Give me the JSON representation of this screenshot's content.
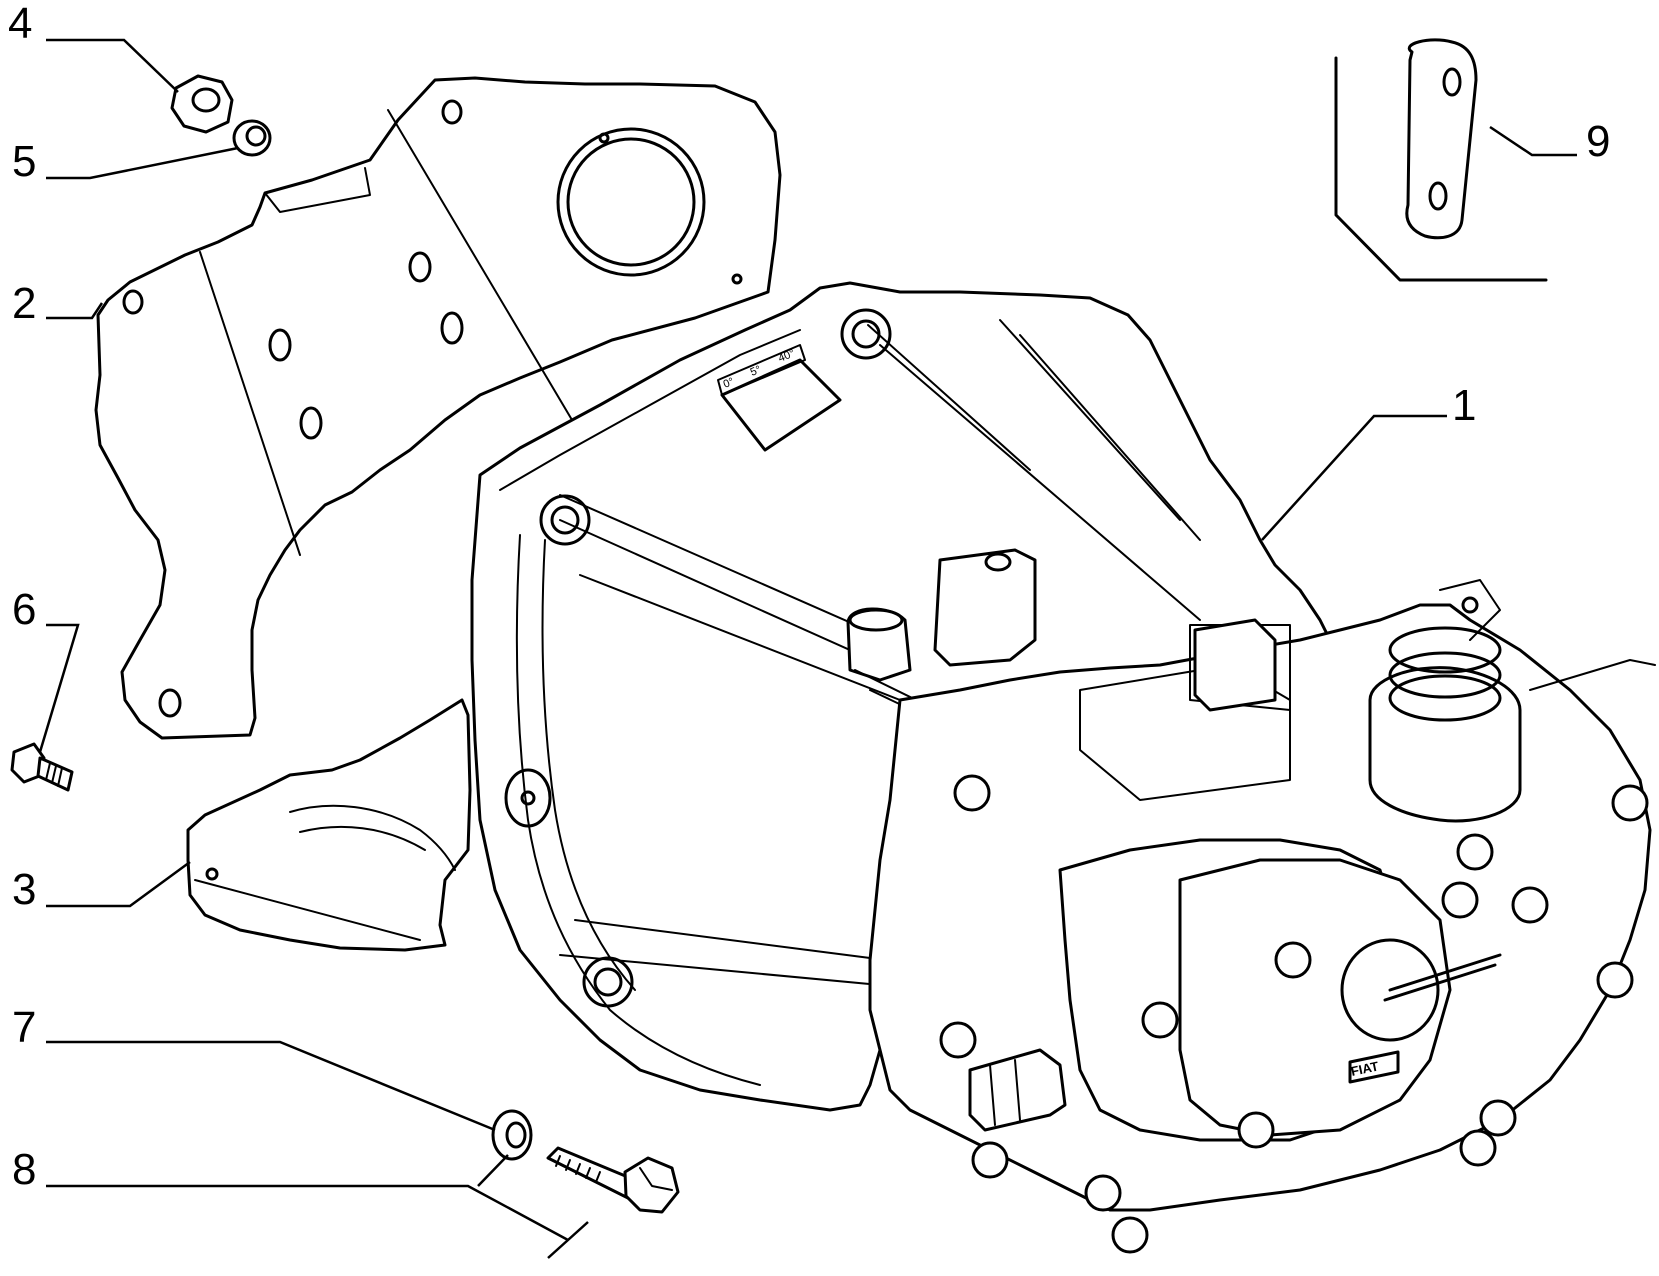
{
  "callouts": [
    {
      "id": "4",
      "text": "4"
    },
    {
      "id": "5",
      "text": "5"
    },
    {
      "id": "2",
      "text": "2"
    },
    {
      "id": "6",
      "text": "6"
    },
    {
      "id": "3",
      "text": "3"
    },
    {
      "id": "7",
      "text": "7"
    },
    {
      "id": "8",
      "text": "8"
    },
    {
      "id": "1",
      "text": "1"
    },
    {
      "id": "9",
      "text": "9"
    }
  ],
  "casing_marks": {
    "deg0": "0°",
    "deg5": "5°",
    "deg40": "40°",
    "logo": "FIAT"
  }
}
